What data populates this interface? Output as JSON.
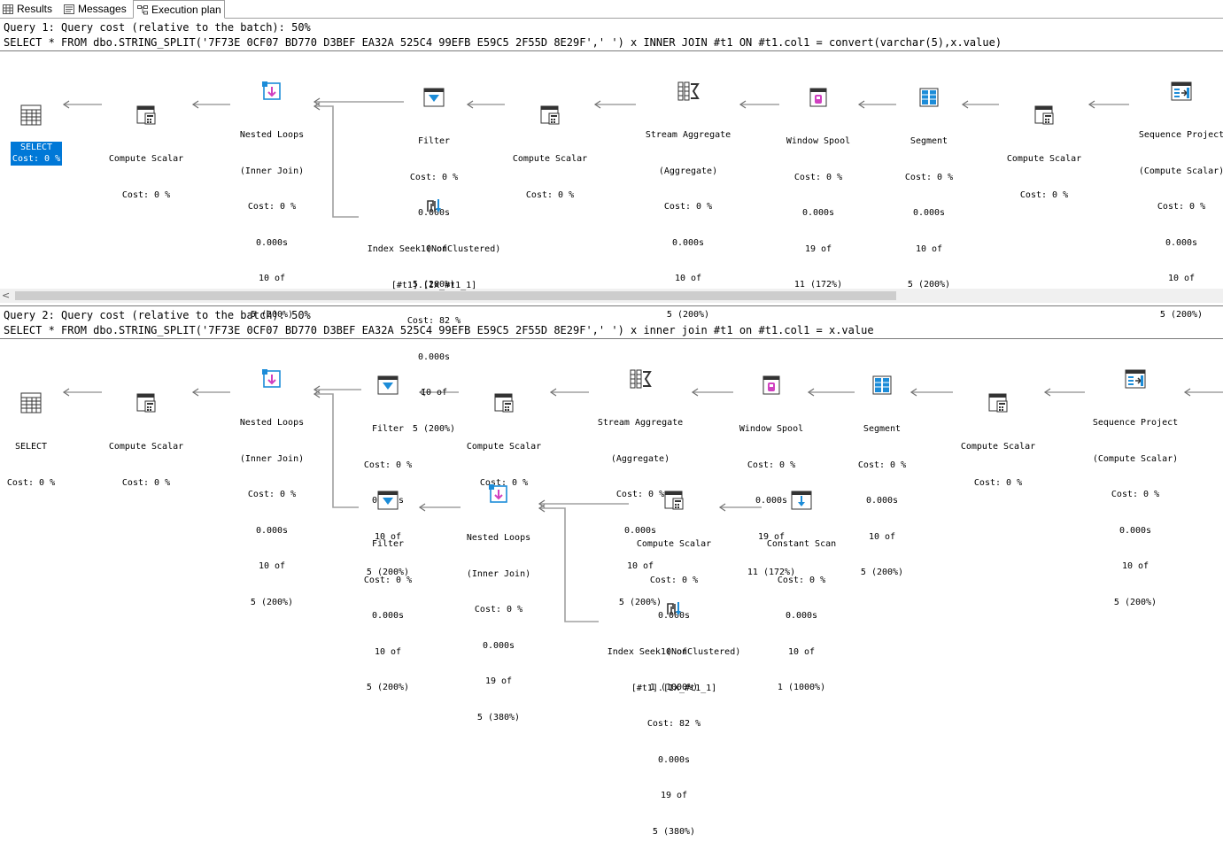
{
  "tabs": [
    {
      "label": "Results",
      "icon": "grid-icon"
    },
    {
      "label": "Messages",
      "icon": "messages-icon"
    },
    {
      "label": "Execution plan",
      "icon": "plan-icon",
      "active": true
    }
  ],
  "queries": [
    {
      "header": "Query 1: Query cost (relative to the batch): 50%",
      "sql": "SELECT * FROM dbo.STRING_SPLIT('7F73E 0CF07 BD770 D3BEF EA32A 525C4 99EFB E59C5 2F55D 8E29F',' ') x INNER JOIN #t1 ON #t1.col1 = convert(varchar(5),x.value)",
      "nodes": [
        {
          "title": "SELECT",
          "lines": [
            "Cost: 0 %"
          ],
          "icon": "select-icon"
        },
        {
          "title": "Compute Scalar",
          "lines": [
            "Cost: 0 %"
          ],
          "icon": "compute-scalar-icon"
        },
        {
          "title": "Nested Loops",
          "lines": [
            "(Inner Join)",
            "Cost: 0 %",
            "0.000s",
            "10 of",
            "5 (200%)"
          ],
          "icon": "nested-loops-icon"
        },
        {
          "title": "Filter",
          "lines": [
            "Cost: 0 %",
            "0.000s",
            "10 of",
            "5 (200%)"
          ],
          "icon": "filter-icon"
        },
        {
          "title": "Compute Scalar",
          "lines": [
            "Cost: 0 %"
          ],
          "icon": "compute-scalar-icon"
        },
        {
          "title": "Stream Aggregate",
          "lines": [
            "(Aggregate)",
            "Cost: 0 %",
            "0.000s",
            "10 of",
            "5 (200%)"
          ],
          "icon": "stream-aggregate-icon"
        },
        {
          "title": "Window Spool",
          "lines": [
            "Cost: 0 %",
            "0.000s",
            "19 of",
            "11 (172%)"
          ],
          "icon": "window-spool-icon"
        },
        {
          "title": "Segment",
          "lines": [
            "Cost: 0 %",
            "0.000s",
            "10 of",
            "5 (200%)"
          ],
          "icon": "segment-icon"
        },
        {
          "title": "Compute Scalar",
          "lines": [
            "Cost: 0 %"
          ],
          "icon": "compute-scalar-icon"
        },
        {
          "title": "Sequence Project",
          "lines": [
            "(Compute Scalar)",
            "Cost: 0 %",
            "0.000s",
            "10 of",
            "5 (200%)"
          ],
          "icon": "sequence-project-icon"
        },
        {
          "title": "Index Seek (NonClustered)",
          "lines": [
            "[#t1].[IX_#t1_1]",
            "Cost: 82 %",
            "0.000s",
            "10 of",
            "5 (200%)"
          ],
          "icon": "index-seek-icon"
        }
      ]
    },
    {
      "header": "Query 2: Query cost (relative to the batch): 50%",
      "sql": "SELECT * FROM dbo.STRING_SPLIT('7F73E 0CF07 BD770 D3BEF EA32A 525C4 99EFB E59C5 2F55D 8E29F',' ') x inner join #t1 on #t1.col1 = x.value",
      "nodes": [
        {
          "title": "SELECT",
          "lines": [
            "Cost: 0 %"
          ],
          "icon": "select-icon"
        },
        {
          "title": "Compute Scalar",
          "lines": [
            "Cost: 0 %"
          ],
          "icon": "compute-scalar-icon"
        },
        {
          "title": "Nested Loops",
          "lines": [
            "(Inner Join)",
            "Cost: 0 %",
            "0.000s",
            "10 of",
            "5 (200%)"
          ],
          "icon": "nested-loops-icon"
        },
        {
          "title": "Filter",
          "lines": [
            "Cost: 0 %",
            "0.000s",
            "10 of",
            "5 (200%)"
          ],
          "icon": "filter-icon"
        },
        {
          "title": "Compute Scalar",
          "lines": [
            "Cost: 0 %"
          ],
          "icon": "compute-scalar-icon"
        },
        {
          "title": "Stream Aggregate",
          "lines": [
            "(Aggregate)",
            "Cost: 0 %",
            "0.000s",
            "10 of",
            "5 (200%)"
          ],
          "icon": "stream-aggregate-icon"
        },
        {
          "title": "Window Spool",
          "lines": [
            "Cost: 0 %",
            "0.000s",
            "19 of",
            "11 (172%)"
          ],
          "icon": "window-spool-icon"
        },
        {
          "title": "Segment",
          "lines": [
            "Cost: 0 %",
            "0.000s",
            "10 of",
            "5 (200%)"
          ],
          "icon": "segment-icon"
        },
        {
          "title": "Compute Scalar",
          "lines": [
            "Cost: 0 %"
          ],
          "icon": "compute-scalar-icon"
        },
        {
          "title": "Sequence Project",
          "lines": [
            "(Compute Scalar)",
            "Cost: 0 %",
            "0.000s",
            "10 of",
            "5 (200%)"
          ],
          "icon": "sequence-project-icon"
        },
        {
          "title": "Filter",
          "lines": [
            "Cost: 0 %",
            "0.000s",
            "10 of",
            "5 (200%)"
          ],
          "icon": "filter-icon"
        },
        {
          "title": "Nested Loops",
          "lines": [
            "(Inner Join)",
            "Cost: 0 %",
            "0.000s",
            "19 of",
            "5 (380%)"
          ],
          "icon": "nested-loops-icon"
        },
        {
          "title": "Compute Scalar",
          "lines": [
            "Cost: 0 %",
            "0.000s",
            "10 of",
            "1 (1000%)"
          ],
          "icon": "compute-scalar-icon"
        },
        {
          "title": "Constant Scan",
          "lines": [
            "Cost: 0 %",
            "0.000s",
            "10 of",
            "1 (1000%)"
          ],
          "icon": "constant-scan-icon"
        },
        {
          "title": "Index Seek (NonClustered)",
          "lines": [
            "[#t1].[IX_#t1_1]",
            "Cost: 82 %",
            "0.000s",
            "19 of",
            "5 (380%)"
          ],
          "icon": "index-seek-icon"
        }
      ]
    }
  ]
}
